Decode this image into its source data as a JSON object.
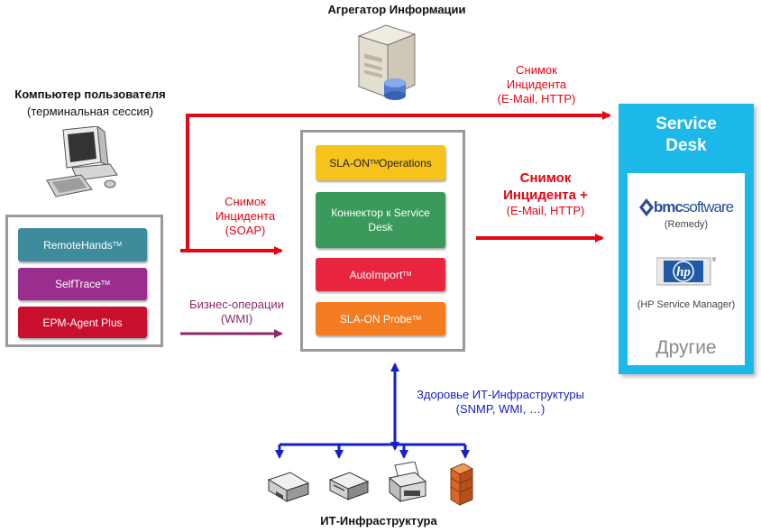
{
  "aggregator": {
    "title": "Агрегатор Информации"
  },
  "user_pc": {
    "title": "Компьютер пользователя",
    "subtitle": "(терминальная сессия)"
  },
  "agents": [
    {
      "label": "RemoteHands",
      "tm": "TM",
      "color": "#3d8b9b"
    },
    {
      "label": "SelfTrace",
      "tm": "TM",
      "color": "#9b2d8f"
    },
    {
      "label": "EPM-Agent Plus",
      "tm": "",
      "color": "#c8102e"
    }
  ],
  "modules": [
    {
      "label": "SLA-ON",
      "tm": "TM",
      "suffix": " Operations",
      "color": "#f5c31c",
      "text_color": "#222222"
    },
    {
      "label": "Коннектор к Service Desk",
      "tm": "",
      "suffix": "",
      "color": "#3a9a5b",
      "text_color": "#ffffff"
    },
    {
      "label": "AutoImport",
      "tm": "TM",
      "suffix": "",
      "color": "#e8243f",
      "text_color": "#ffffff"
    },
    {
      "label": "SLA-ON Probe",
      "tm": "TM",
      "suffix": "",
      "color": "#f47c20",
      "text_color": "#ffffff"
    }
  ],
  "flows": {
    "snapshot_top": {
      "line1": "Снимок",
      "line2": "Инцидента",
      "line3": "(E-Mail, HTTP)",
      "color": "#e30613"
    },
    "snapshot_soap": {
      "line1": "Снимок",
      "line2": "Инцидента",
      "line3": "(SOAP)",
      "color": "#e30613"
    },
    "snapshot_plus": {
      "line1": "Снимок",
      "line2": "Инцидента +",
      "line3": "(E-Mail, HTTP)",
      "color": "#e30613"
    },
    "business": {
      "line1": "Бизнес-операции",
      "line2": "(WMI)",
      "color": "#8b2a6a"
    },
    "health": {
      "line1": "Здоровье ИТ-Инфраструктуры",
      "line2": "(SNMP, WMI, …)",
      "color": "#1520c8"
    }
  },
  "service_desk": {
    "title_line1": "Service",
    "title_line2": "Desk",
    "vendors": [
      {
        "logo": "bmcsoftware",
        "logo_prefix": "bmc",
        "logo_rest": "software",
        "caption": "(Remedy)"
      },
      {
        "logo": "hp",
        "caption": "(HP Service Manager)"
      }
    ],
    "others": "Другие",
    "color": "#1cb8e8"
  },
  "infra": {
    "title": "ИТ-Инфраструктура"
  }
}
